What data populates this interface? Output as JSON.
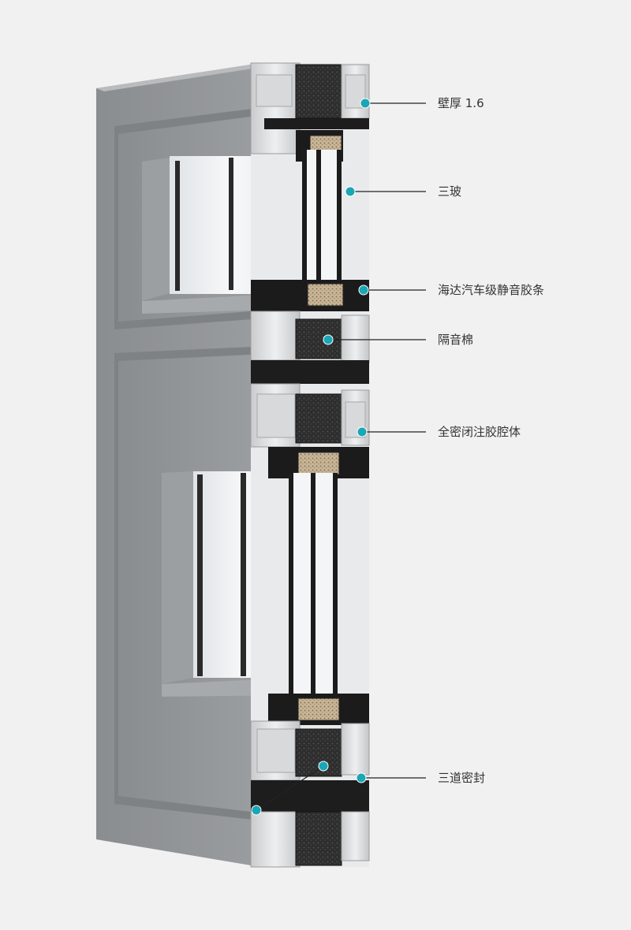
{
  "callouts": [
    {
      "id": "wall-thickness",
      "label": "壁厚 1.6"
    },
    {
      "id": "triple-glass",
      "label": "三玻"
    },
    {
      "id": "haida-gasket",
      "label": "海达汽车级静音胶条"
    },
    {
      "id": "sound-cotton",
      "label": "隔音棉"
    },
    {
      "id": "sealed-cavity",
      "label": "全密闭注胶腔体"
    },
    {
      "id": "triple-seal",
      "label": "三道密封"
    }
  ],
  "colors": {
    "background": "#f1f1f1",
    "frame_face": "#8e9194",
    "frame_dark": "#6f7275",
    "profile_light": "#d9dbdc",
    "insulation": "#2b2b2b",
    "glass": "#e7eaec",
    "accent_dot": "#1aa6b5",
    "leader_line": "#222222"
  }
}
